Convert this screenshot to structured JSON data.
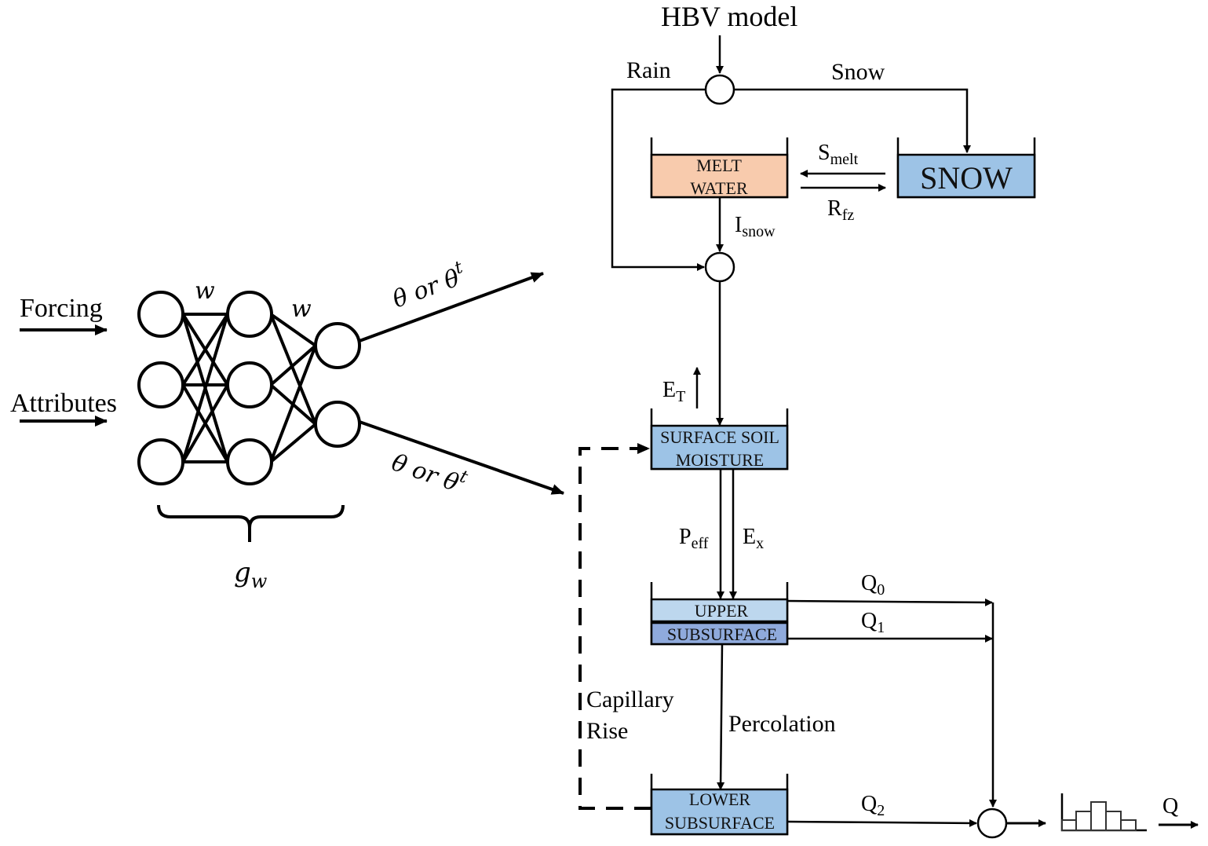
{
  "title": "HBV model",
  "neural_network": {
    "inputs": [
      "Forcing",
      "Attributes"
    ],
    "weight_label": "w",
    "function_label_main": "g",
    "function_label_sub": "w",
    "output_label_upper": {
      "base": "θ or θ",
      "sup": "t"
    },
    "output_label_lower": {
      "base": "θ or θ",
      "sup": "t"
    }
  },
  "flux_labels": {
    "rain": "Rain",
    "snow": "Snow",
    "smelt": {
      "main": "S",
      "sub": "melt"
    },
    "rfz": {
      "main": "R",
      "sub": "fz"
    },
    "isnow": {
      "main": "I",
      "sub": "snow"
    },
    "et": {
      "main": "E",
      "sub": "T"
    },
    "peff": {
      "main": "P",
      "sub": "eff"
    },
    "ex": {
      "main": "E",
      "sub": "x"
    },
    "q0": {
      "main": "Q",
      "sub": "0"
    },
    "q1": {
      "main": "Q",
      "sub": "1"
    },
    "q2": {
      "main": "Q",
      "sub": "2"
    },
    "percolation": "Percolation",
    "capillary_line1": "Capillary",
    "capillary_line2": "Rise",
    "q_out": "Q"
  },
  "stores": {
    "melt_water": {
      "line1": "MELT",
      "line2": "WATER",
      "color": "#f8cbad"
    },
    "snow": {
      "label": "SNOW",
      "color": "#9dc3e6"
    },
    "surface_soil": {
      "line1": "SURFACE SOIL",
      "line2": "MOISTURE",
      "color": "#9dc3e6"
    },
    "upper": {
      "label": "UPPER",
      "color": "#bdd7ee"
    },
    "subsurface": {
      "label": "SUBSURFACE",
      "color": "#8faadc"
    },
    "lower": {
      "line1": "LOWER",
      "line2": "SUBSURFACE",
      "color": "#9dc3e6"
    }
  }
}
